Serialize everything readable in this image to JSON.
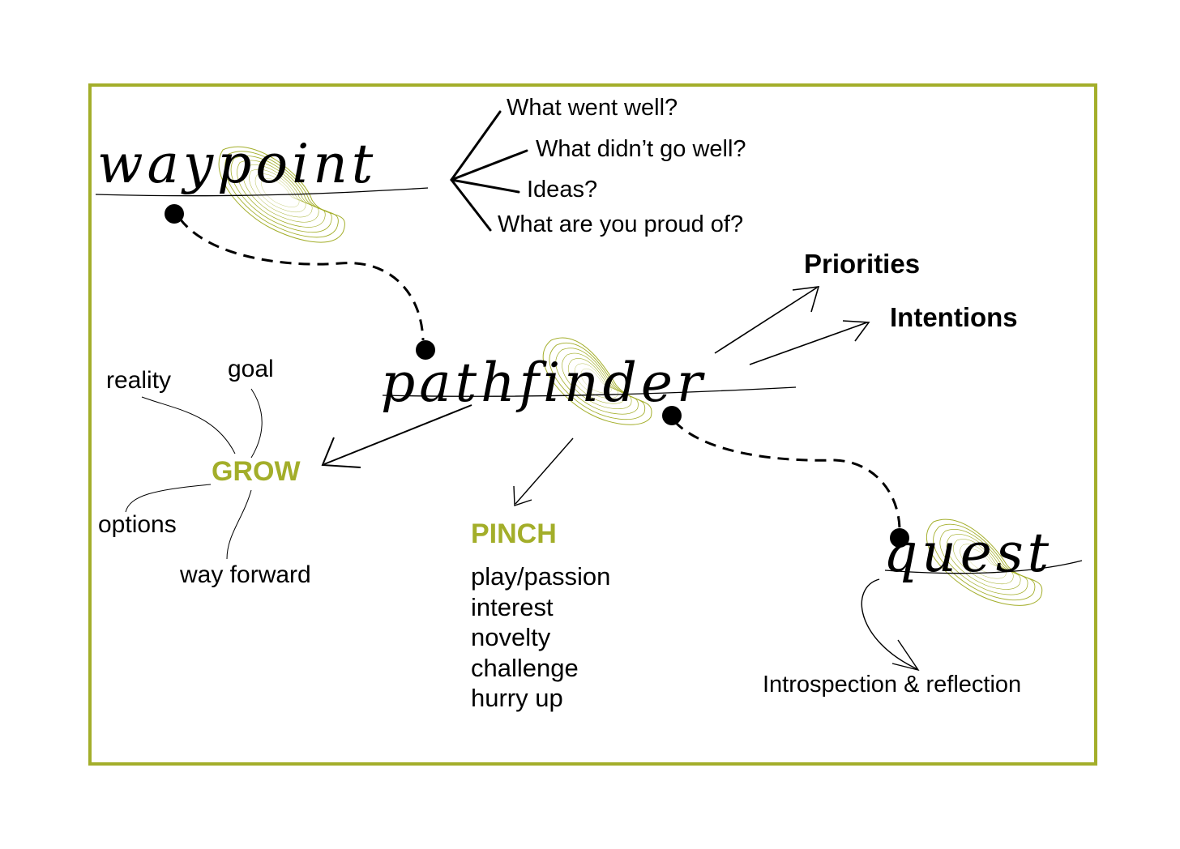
{
  "colors": {
    "accent": "#a3ae2a",
    "ink": "#000000",
    "frame": "#a3ae2a"
  },
  "nodes": {
    "waypoint": "waypoint",
    "pathfinder": "pathfinder",
    "quest": "quest"
  },
  "waypoint_questions": [
    "What went well?",
    "What didn’t go well?",
    "Ideas?",
    "What are you proud of?"
  ],
  "pathfinder_outputs": {
    "priorities": "Priorities",
    "intentions": "Intentions"
  },
  "grow": {
    "title": "GROW",
    "goal": "goal",
    "reality": "reality",
    "options": "options",
    "way_forward": "way forward"
  },
  "pinch": {
    "title": "PINCH",
    "items": [
      "play/passion",
      "interest",
      "novelty",
      "challenge",
      "hurry up"
    ]
  },
  "quest_output": "Introspection & reflection"
}
